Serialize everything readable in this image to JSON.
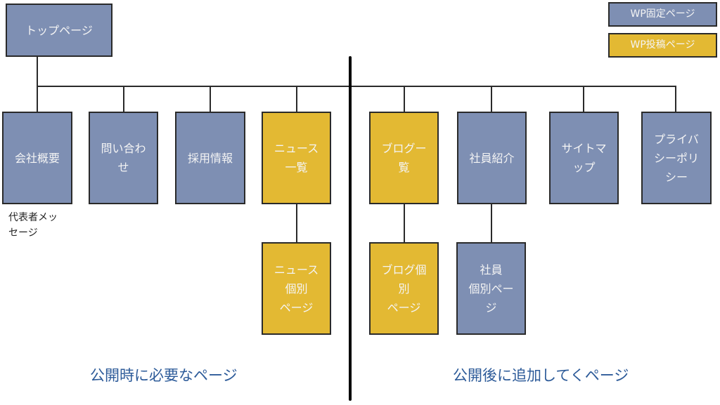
{
  "legend": {
    "fixed": "WP固定ページ",
    "post": "WP投稿ページ"
  },
  "colors": {
    "fixed": "#7e8fb3",
    "post": "#e3b933",
    "caption": "#2d5b99"
  },
  "top": {
    "label": "トップページ"
  },
  "row1": [
    {
      "lines": [
        "会社概要"
      ]
    },
    {
      "lines": [
        "問い合わ",
        "せ"
      ]
    },
    {
      "lines": [
        "採用情報"
      ]
    },
    {
      "lines": [
        "ニュース",
        "一覧"
      ]
    },
    {
      "lines": [
        "ブログー",
        "覧"
      ]
    },
    {
      "lines": [
        "社員紹介"
      ]
    },
    {
      "lines": [
        "サイトマ",
        "ップ"
      ]
    },
    {
      "lines": [
        "プライバ",
        "シーポリ",
        "シー"
      ]
    }
  ],
  "row2": [
    {
      "lines": [
        "ニュース",
        "個別",
        "ページ"
      ]
    },
    {
      "lines": [
        "ブログ個",
        "別",
        "ページ"
      ]
    },
    {
      "lines": [
        "社員",
        "個別ペー",
        "ジ"
      ]
    }
  ],
  "note": {
    "lines": [
      "代表者メッ",
      "セージ"
    ]
  },
  "captions": {
    "left": "公開時に必要なページ",
    "right": "公開後に追加してくページ"
  }
}
